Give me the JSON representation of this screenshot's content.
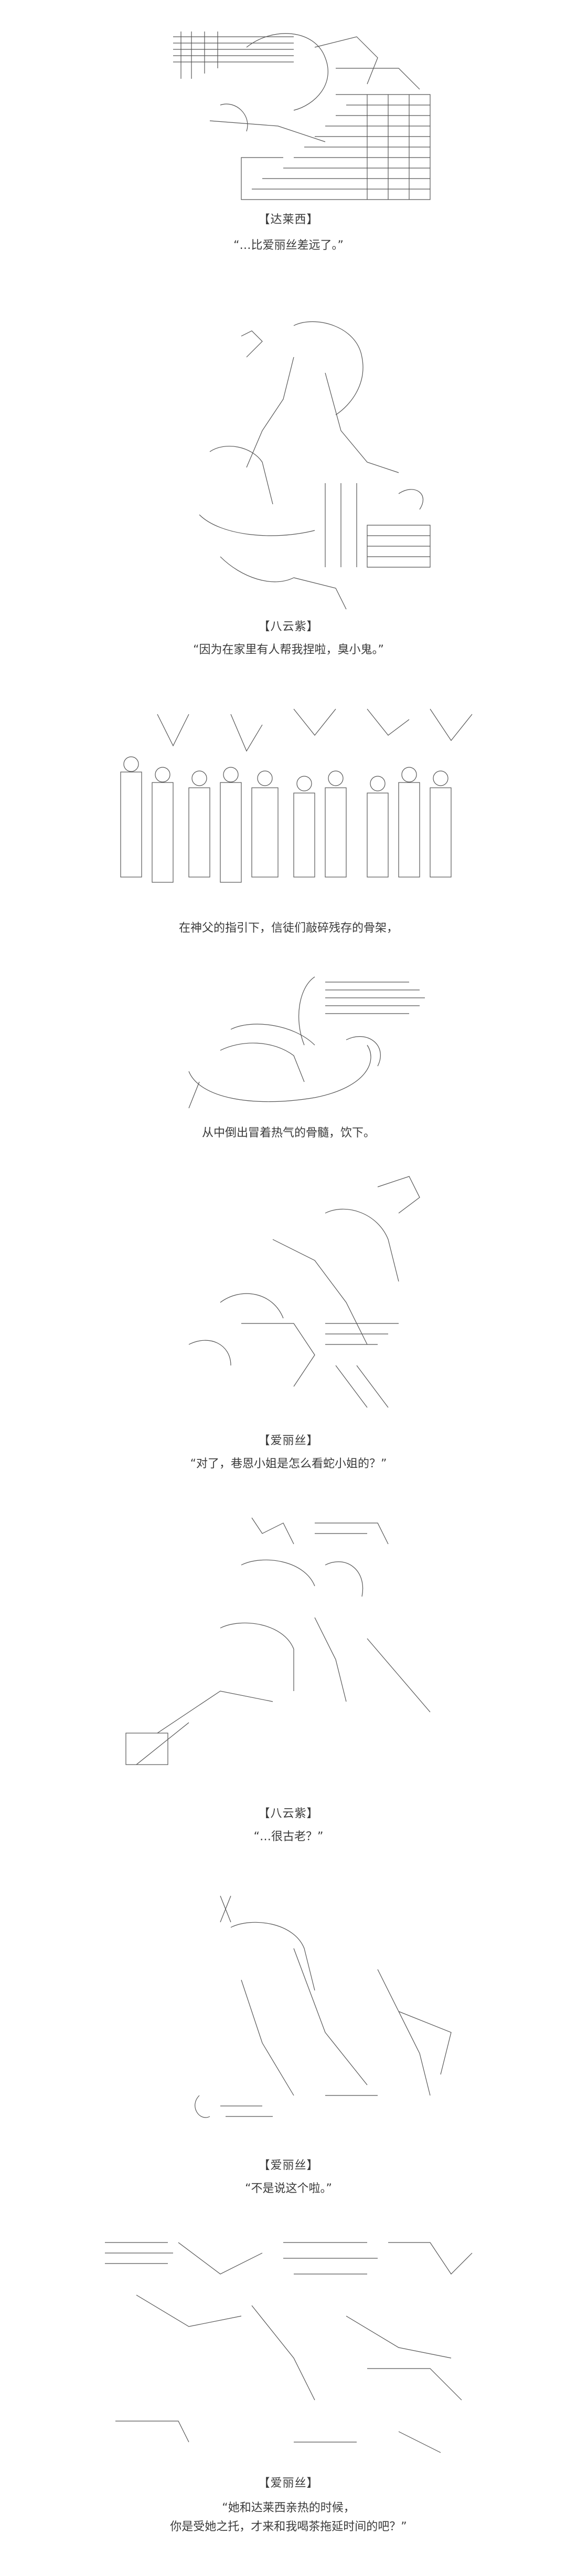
{
  "panels": [
    {
      "speaker": "【达莱西】",
      "lines": [
        "“…比爱丽丝差远了。”"
      ]
    },
    {
      "speaker": "【八云紫】",
      "lines": [
        "“因为在家里有人帮我捏啦，臭小鬼。”"
      ]
    },
    {
      "speaker": "",
      "lines": [
        "在神父的指引下，信徒们敲碎残存的骨架，"
      ]
    },
    {
      "speaker": "",
      "lines": [
        "从中倒出冒着热气的骨髓，饮下。"
      ]
    },
    {
      "speaker": "【爱丽丝】",
      "lines": [
        "“对了，巷恩小姐是怎么看蛇小姐的？”"
      ]
    },
    {
      "speaker": "【八云紫】",
      "lines": [
        "“…很古老？”"
      ]
    },
    {
      "speaker": "【爱丽丝】",
      "lines": [
        "“不是说这个啦。”"
      ]
    },
    {
      "speaker": "【爱丽丝】",
      "lines": [
        "“她和达莱西亲热的时候，",
        "你是受她之托，才来和我喝茶拖延时间的吧？”"
      ]
    }
  ],
  "colors": {
    "text": "#3a3a3a",
    "art": "#555555",
    "background": "#ffffff"
  }
}
